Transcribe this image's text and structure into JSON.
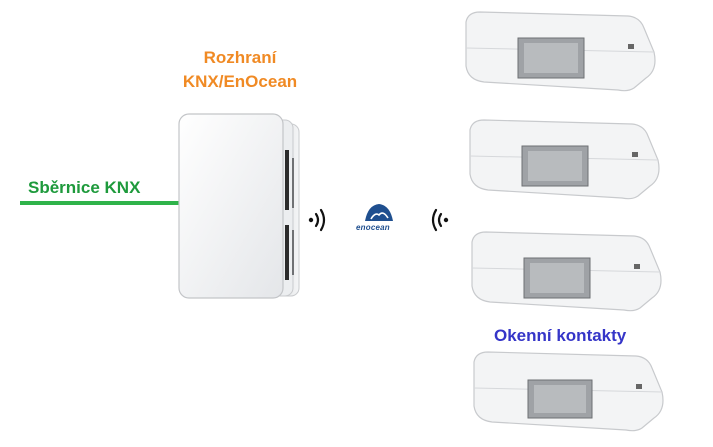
{
  "interface_title_line1": "Rozhraní",
  "interface_title_line2": "KNX/EnOcean",
  "bus_label": "Sběrnice KNX",
  "contacts_label": "Okenní kontakty",
  "brand_text": "enocean",
  "colors": {
    "interface_label": "#f08a24",
    "bus": "#2fb34a",
    "bus_label": "#1e9a3c",
    "contacts_label": "#3535c8",
    "brand": "#1f4f8f"
  },
  "icons": [
    "wifi-signal-icon",
    "enocean-logo",
    "window-contact-sensor"
  ],
  "sensor_count": 4
}
